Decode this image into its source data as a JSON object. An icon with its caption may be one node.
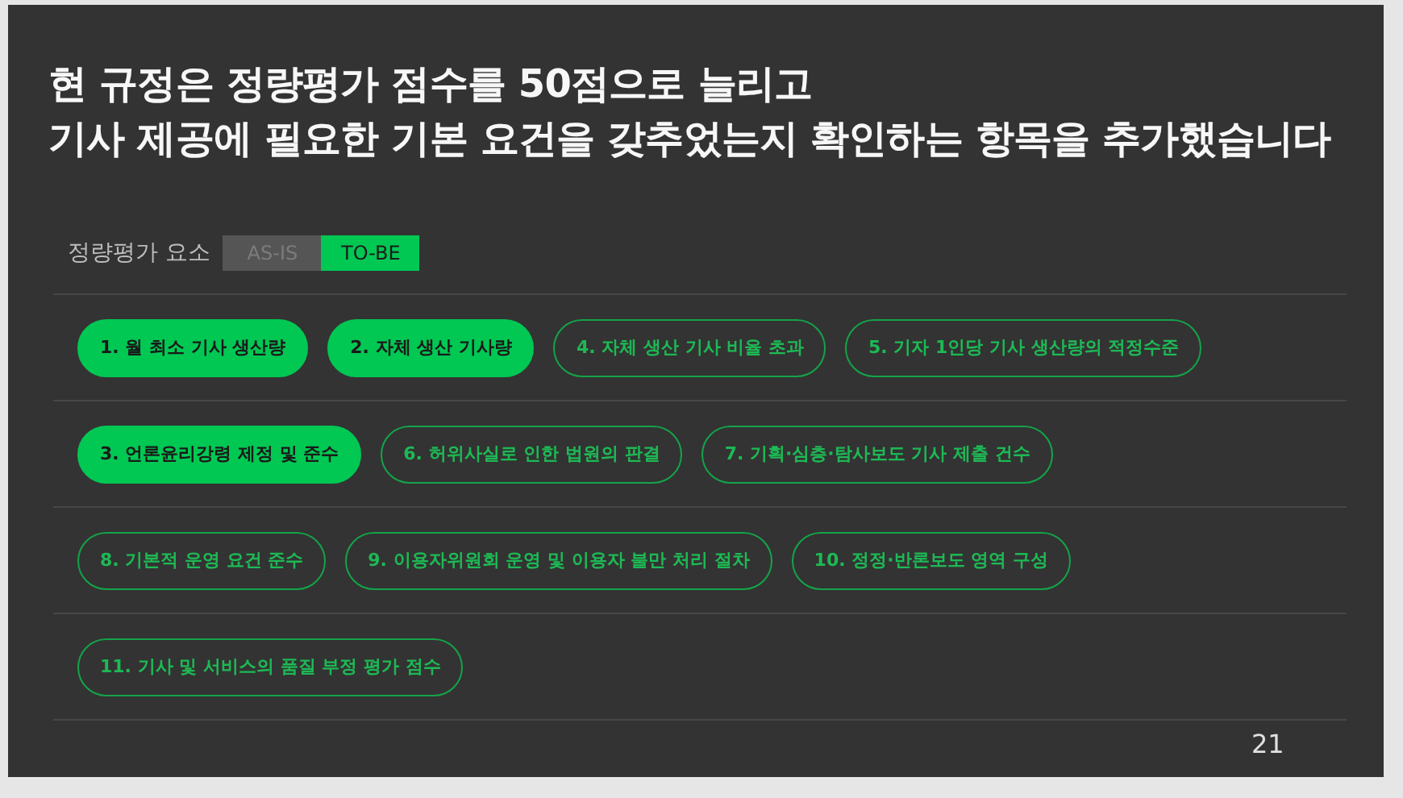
{
  "diagram": {
    "title": "현 규정은 정량평가 점수를 50점으로 늘리고 기사 제공에 필요한 기본 요건을 갖추었는지 확인하는 항목을 추가했습니다",
    "nodes": [
      {
        "text": [
          "AS-IS"
        ]
      },
      {
        "text": [
          "TO-BE"
        ]
      },
      {
        "text": [
          "1. 월 최소 기사 생산량"
        ]
      },
      {
        "text": [
          "2. 자체 생산 기사량"
        ]
      },
      {
        "text": [
          "4. 자체 생산 기사 비율 초과"
        ]
      },
      {
        "text": [
          "5. 기자 1인당 기사 생산량의 적정수준"
        ]
      },
      {
        "text": [
          "3. 언론윤리강령 제정 및 준수"
        ]
      },
      {
        "text": [
          "6. 허위사실로 인한 법원의 판결"
        ]
      },
      {
        "text": [
          "7. 기획·심층·탐사보도 기사 제출 건수"
        ]
      },
      {
        "text": [
          "8. 기본적 운영 요건 준수"
        ]
      },
      {
        "text": [
          "9. 이용자위원회 운영 및 이용자 불만 처리 절차"
        ]
      },
      {
        "text": [
          "10. 정정·반론보도 영역 구성"
        ]
      },
      {
        "text": [
          "11. 기사 및 서비스의 품질 부정 평가 점수"
        ]
      }
    ],
    "labels": [
      "정량평가 요소",
      "21"
    ]
  }
}
